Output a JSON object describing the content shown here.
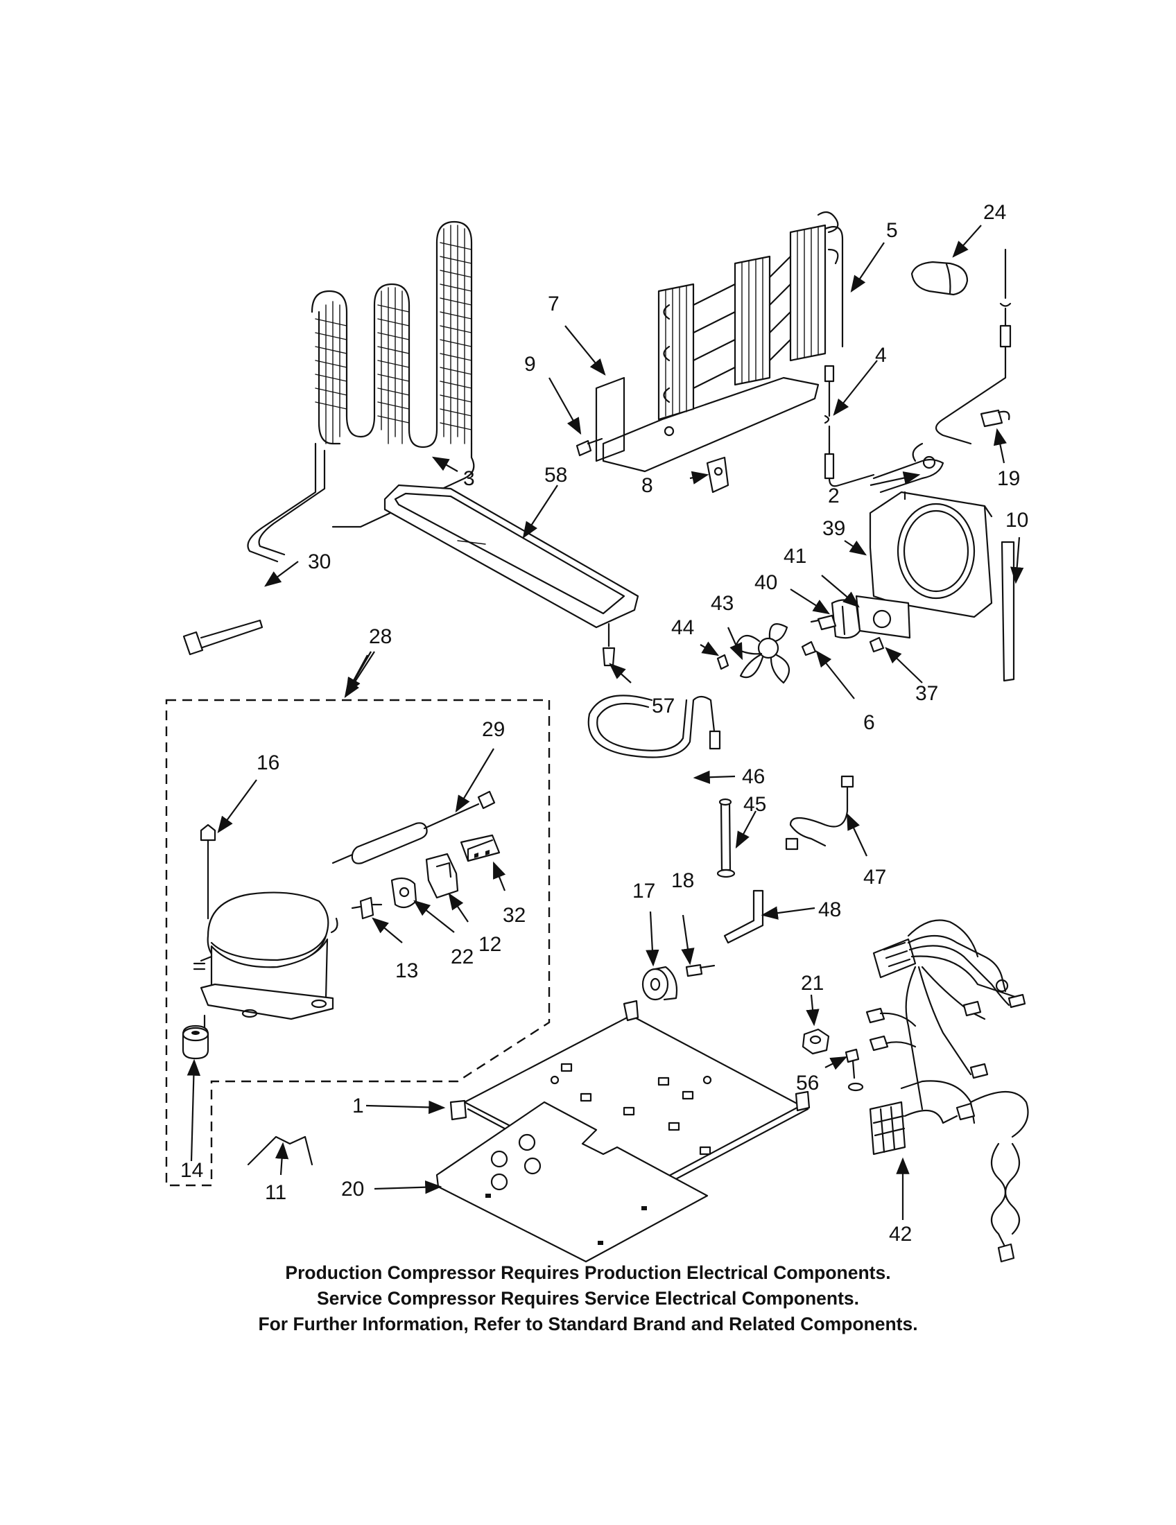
{
  "callouts": {
    "p1": "1",
    "p2": "2",
    "p3": "3",
    "p4": "4",
    "p5": "5",
    "p6": "6",
    "p7": "7",
    "p8": "8",
    "p9": "9",
    "p10": "10",
    "p11": "11",
    "p12": "12",
    "p13": "13",
    "p14": "14",
    "p16": "16",
    "p17": "17",
    "p18": "18",
    "p19": "19",
    "p20": "20",
    "p21": "21",
    "p22": "22",
    "p24": "24",
    "p28": "28",
    "p29": "29",
    "p30": "30",
    "p32": "32",
    "p37": "37",
    "p39": "39",
    "p40": "40",
    "p41": "41",
    "p42": "42",
    "p43": "43",
    "p44": "44",
    "p45": "45",
    "p46": "46",
    "p47": "47",
    "p48": "48",
    "p56": "56",
    "p57": "57",
    "p58": "58"
  },
  "notes": [
    "Production Compressor Requires Production Electrical Components.",
    "Service Compressor Requires Service Electrical Components.",
    "For Further Information, Refer to Standard Brand and Related Components."
  ]
}
